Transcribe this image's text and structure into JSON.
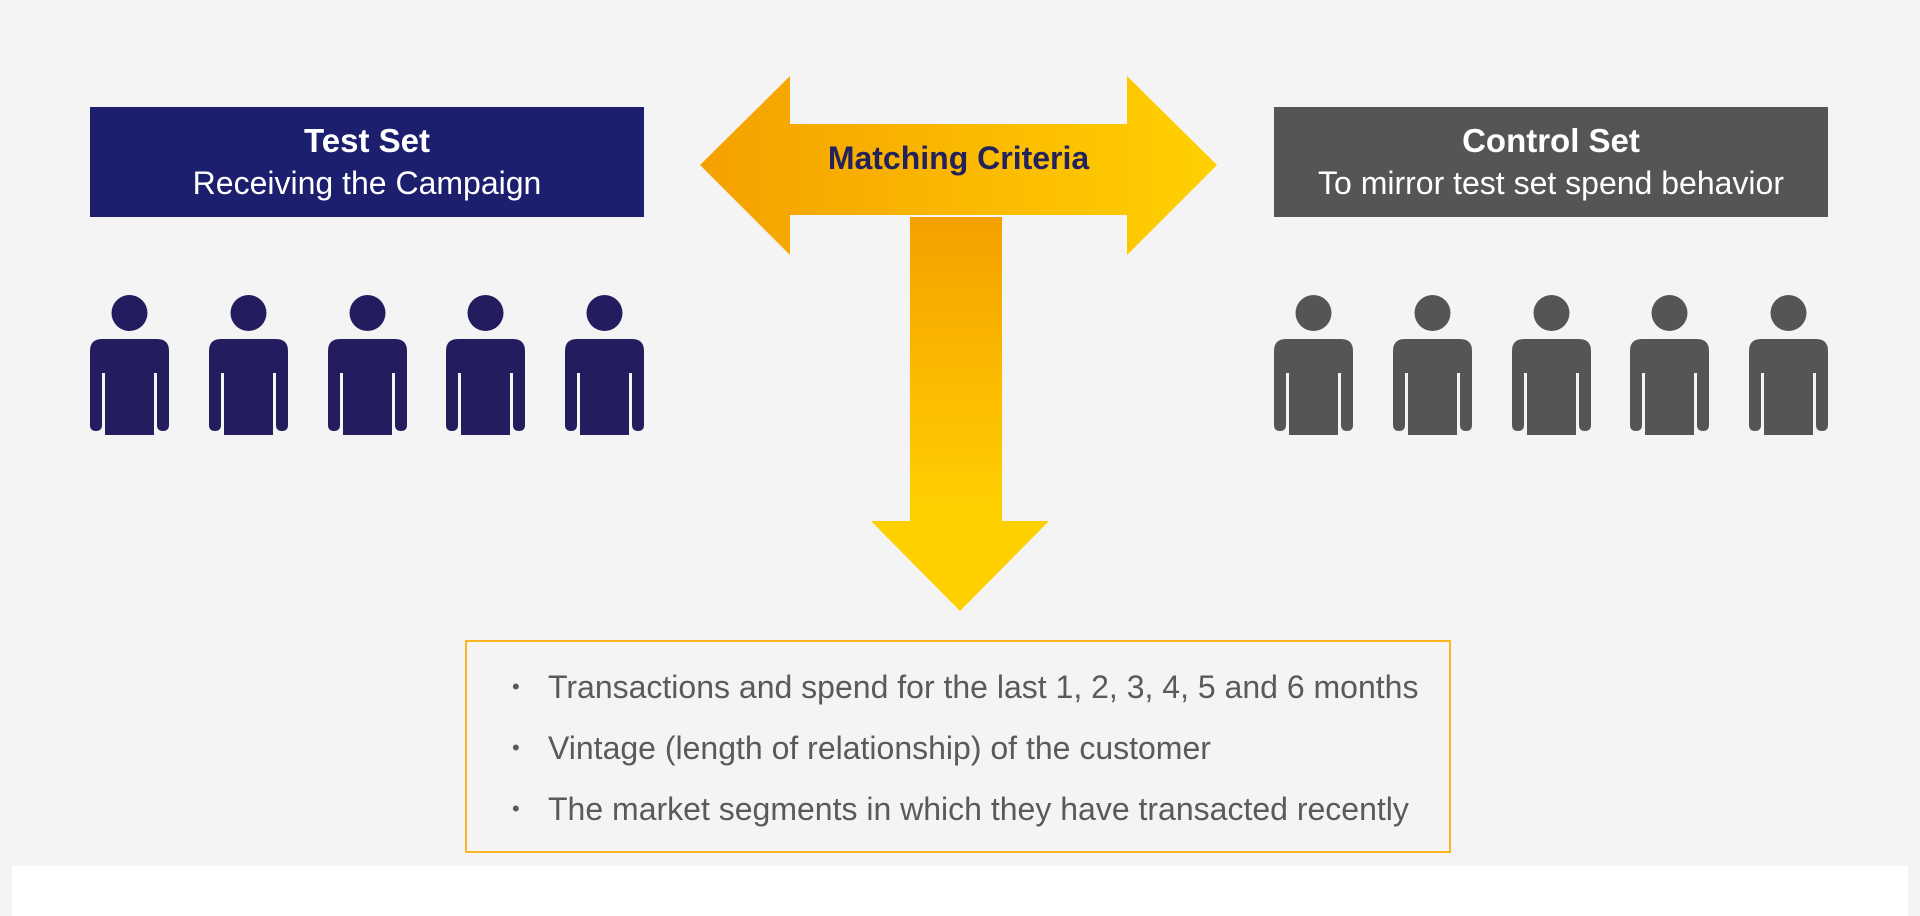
{
  "test_set": {
    "title": "Test Set",
    "subtitle": "Receiving the Campaign",
    "color": "#1b1f6e",
    "people_color": "#231c5e",
    "people_count": 5
  },
  "control_set": {
    "title": "Control Set",
    "subtitle": "To mirror test set spend behavior",
    "color": "#555556",
    "people_color": "#555556",
    "people_count": 5
  },
  "matching": {
    "label": "Matching Criteria",
    "gradient": [
      "#f5a000",
      "#ffd000"
    ]
  },
  "criteria": {
    "border_color": "#fbb422",
    "bullet": "•",
    "items": [
      "Transactions and spend for the last 1, 2, 3, 4, 5 and 6 months",
      "Vintage (length of relationship) of the customer",
      "The market segments in which they have transacted recently"
    ]
  }
}
